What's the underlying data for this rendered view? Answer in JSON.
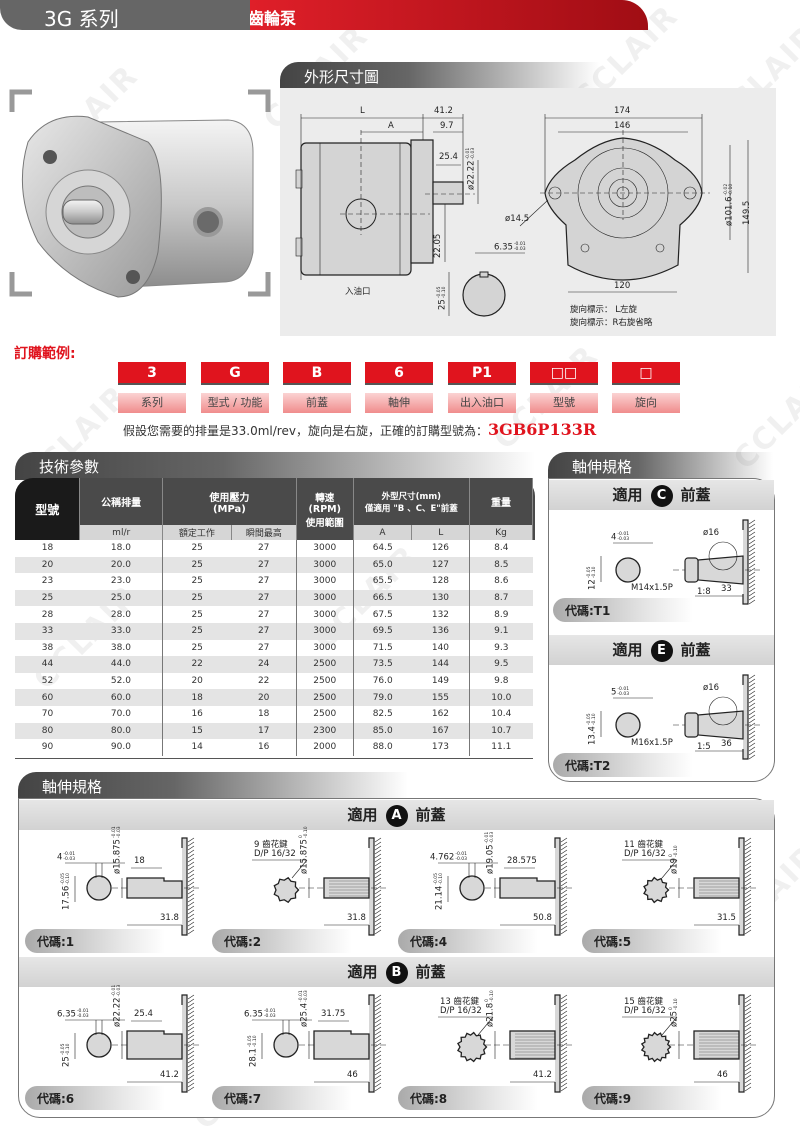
{
  "header": {
    "series": "3G 系列",
    "product": "齒輪泵"
  },
  "watermark": "CCLAIR",
  "dimension_section": {
    "title": "外形尺寸圖",
    "labels": {
      "L": "L",
      "A": "A",
      "d41_2": "41.2",
      "d9_7": "9.7",
      "d25_4": "25.4",
      "d22_22": {
        "v": "ø22.22",
        "u": "-0.01",
        "d": "-0.03"
      },
      "d22_05": "22.05",
      "inlet": "入油口",
      "d6_35": {
        "v": "6.35",
        "u": "-0.01",
        "d": "-0.03"
      },
      "d25": {
        "v": "25",
        "u": "-0.05",
        "d": "-0.10"
      },
      "d174": "174",
      "d146": "146",
      "d14_5": "ø14.5",
      "d101_6": {
        "v": "ø101.6",
        "u": "-0.02",
        "d": "-0.10"
      },
      "d149_5": "149.5",
      "d120": "120",
      "rot_left": "旋向標示：  L左旋",
      "rot_right": "旋向標示：R右旋省略"
    }
  },
  "order": {
    "title": "訂購範例:",
    "codes": [
      {
        "code": "3",
        "label": "系列"
      },
      {
        "code": "G",
        "label": "型式 / 功能"
      },
      {
        "code": "B",
        "label": "前蓋"
      },
      {
        "code": "6",
        "label": "軸伸"
      },
      {
        "code": "P1",
        "label": "出入油口"
      },
      {
        "code": "□□",
        "label": "型號"
      },
      {
        "code": "□",
        "label": "旋向"
      }
    ],
    "example_text": "假設您需要的排量是33.0ml/rev，旋向是右旋，正確的訂購型號為：",
    "example_code": "3GB6P133R"
  },
  "spec": {
    "title": "技術參數",
    "headers": {
      "model": "型號",
      "displacement": "公稱排量",
      "pressure": "使用壓力\n(MPa)",
      "speed": "轉速\n(RPM)\n使用範圍",
      "size": "外型尺寸(mm)\n僅適用 \"B 、C、E\"前蓋",
      "weight": "重量"
    },
    "subheaders": {
      "displacement": "ml/r",
      "rated": "額定工作",
      "peak": "瞬間最高",
      "A": "A",
      "L": "L",
      "weight": "Kg"
    },
    "rows": [
      [
        "18",
        "18.0",
        "25",
        "27",
        "3000",
        "64.5",
        "126",
        "8.4"
      ],
      [
        "20",
        "20.0",
        "25",
        "27",
        "3000",
        "65.0",
        "127",
        "8.5"
      ],
      [
        "23",
        "23.0",
        "25",
        "27",
        "3000",
        "65.5",
        "128",
        "8.6"
      ],
      [
        "25",
        "25.0",
        "25",
        "27",
        "3000",
        "66.5",
        "130",
        "8.7"
      ],
      [
        "28",
        "28.0",
        "25",
        "27",
        "3000",
        "67.5",
        "132",
        "8.9"
      ],
      [
        "33",
        "33.0",
        "25",
        "27",
        "3000",
        "69.5",
        "136",
        "9.1"
      ],
      [
        "38",
        "38.0",
        "25",
        "27",
        "3000",
        "71.5",
        "140",
        "9.3"
      ],
      [
        "44",
        "44.0",
        "22",
        "24",
        "2500",
        "73.5",
        "144",
        "9.5"
      ],
      [
        "52",
        "52.0",
        "20",
        "22",
        "2500",
        "76.0",
        "149",
        "9.8"
      ],
      [
        "60",
        "60.0",
        "18",
        "20",
        "2500",
        "79.0",
        "155",
        "10.0"
      ],
      [
        "70",
        "70.0",
        "16",
        "18",
        "2500",
        "82.5",
        "162",
        "10.4"
      ],
      [
        "80",
        "80.0",
        "15",
        "17",
        "2300",
        "85.0",
        "167",
        "10.7"
      ],
      [
        "90",
        "90.0",
        "14",
        "16",
        "2000",
        "88.0",
        "173",
        "11.1"
      ]
    ]
  },
  "shaft_right": {
    "title": "軸伸規格",
    "groups": [
      {
        "pre": "適用",
        "letter": "C",
        "post": "前蓋",
        "card": {
          "type": "taper",
          "code": "代碼:T1",
          "key_w": {
            "v": "4",
            "u": "-0.01",
            "d": "-0.03"
          },
          "key_h": {
            "v": "12",
            "u": "-0.05",
            "d": "-0.10"
          },
          "dia": "ø16",
          "thread": "M14x1.5P",
          "taper": "1:8",
          "len": "33"
        }
      },
      {
        "pre": "適用",
        "letter": "E",
        "post": "前蓋",
        "card": {
          "type": "taper",
          "code": "代碼:T2",
          "key_w": {
            "v": "5",
            "u": "-0.01",
            "d": "-0.03"
          },
          "key_h": {
            "v": "13.4",
            "u": "-0.05",
            "d": "-0.10"
          },
          "dia": "ø16",
          "thread": "M16x1.5P",
          "taper": "1:5",
          "len": "36"
        }
      }
    ]
  },
  "shaft_bottom": {
    "title": "軸伸規格",
    "groups": [
      {
        "pre": "適用",
        "letter": "A",
        "post": "前蓋",
        "cards": [
          {
            "type": "key",
            "code": "代碼:1",
            "key_w": {
              "v": "4",
              "u": "-0.01",
              "d": "-0.03"
            },
            "key_h": {
              "v": "17.56",
              "u": "-0.05",
              "d": "-0.10"
            },
            "dia": {
              "v": "ø15.875",
              "u": "-0.01",
              "d": "-0.03"
            },
            "len1": "18",
            "len": "31.8"
          },
          {
            "type": "spline",
            "code": "代碼:2",
            "teeth": "9 齒花鍵",
            "dp": "D/P 16/32",
            "dia": {
              "v": "ø15.875",
              "u": "0",
              "d": "-0.10"
            },
            "len": "31.8"
          },
          {
            "type": "key",
            "code": "代碼:4",
            "key_w": {
              "v": "4.762",
              "u": "-0.01",
              "d": "-0.03"
            },
            "key_h": {
              "v": "21.14",
              "u": "-0.05",
              "d": "-0.10"
            },
            "dia": {
              "v": "ø19.05",
              "u": "-0.01",
              "d": "-0.03"
            },
            "len1": "28.575",
            "len": "50.8"
          },
          {
            "type": "spline",
            "code": "代碼:5",
            "teeth": "11 齒花鍵",
            "dp": "D/P 16/32",
            "dia": {
              "v": "ø19",
              "u": "0",
              "d": "-0.10"
            },
            "len": "31.5"
          }
        ]
      },
      {
        "pre": "適用",
        "letter": "B",
        "post": "前蓋",
        "cards": [
          {
            "type": "key",
            "code": "代碼:6",
            "key_w": {
              "v": "6.35",
              "u": "-0.01",
              "d": "-0.03"
            },
            "key_h": {
              "v": "25",
              "u": "-0.05",
              "d": "-0.10"
            },
            "dia": {
              "v": "ø22.22",
              "u": "-0.01",
              "d": "-0.03"
            },
            "len1": "25.4",
            "len": "41.2"
          },
          {
            "type": "key",
            "code": "代碼:7",
            "key_w": {
              "v": "6.35",
              "u": "-0.01",
              "d": "-0.03"
            },
            "key_h": {
              "v": "28.1",
              "u": "-0.05",
              "d": "-0.10"
            },
            "dia": {
              "v": "ø25.4",
              "u": "-0.01",
              "d": "-0.03"
            },
            "len1": "31.75",
            "len": "46"
          },
          {
            "type": "spline",
            "code": "代碼:8",
            "teeth": "13 齒花鍵",
            "dp": "D/P 16/32",
            "dia": {
              "v": "ø21.8",
              "u": "0",
              "d": "-0.10"
            },
            "len": "41.2"
          },
          {
            "type": "spline",
            "code": "代碼:9",
            "teeth": "15 齒花鍵",
            "dp": "D/P 16/32",
            "dia": {
              "v": "ø25",
              "u": "0",
              "d": "-0.10"
            },
            "len": "46"
          }
        ]
      }
    ]
  },
  "colors": {
    "red": "#e0141e",
    "dark": "#4a4a4a"
  }
}
